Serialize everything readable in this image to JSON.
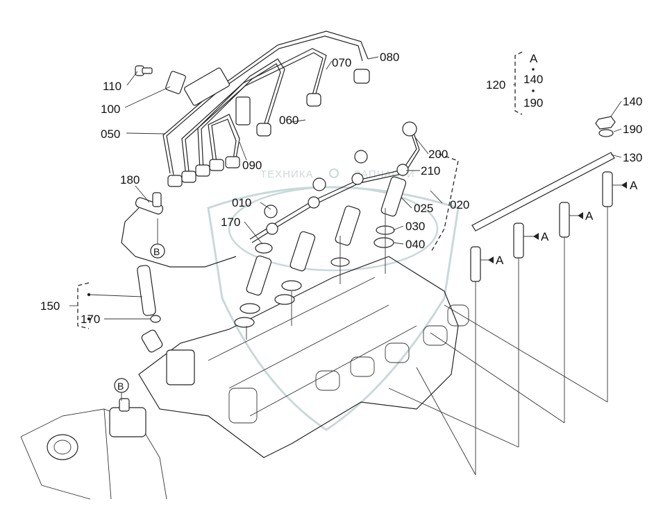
{
  "callouts": {
    "c010": "010",
    "c020": "020",
    "c025": "025",
    "c030": "030",
    "c040": "040",
    "c050": "050",
    "c060": "060",
    "c070": "070",
    "c080": "080",
    "c090": "090",
    "c100": "100",
    "c110": "110",
    "c120": "120",
    "c130": "130",
    "c140": "140",
    "c150": "150",
    "c170a": "170",
    "c170b": "170",
    "c180": "180",
    "c190": "190",
    "c200": "200",
    "c210": "210"
  },
  "kit_120": {
    "letter": "A",
    "item1": "140",
    "item2": "190"
  },
  "markers": {
    "a": "A",
    "b": "B"
  },
  "watermark": {
    "left": "ТЕХНИКА",
    "right": "ЗАПЧАСТИ"
  }
}
